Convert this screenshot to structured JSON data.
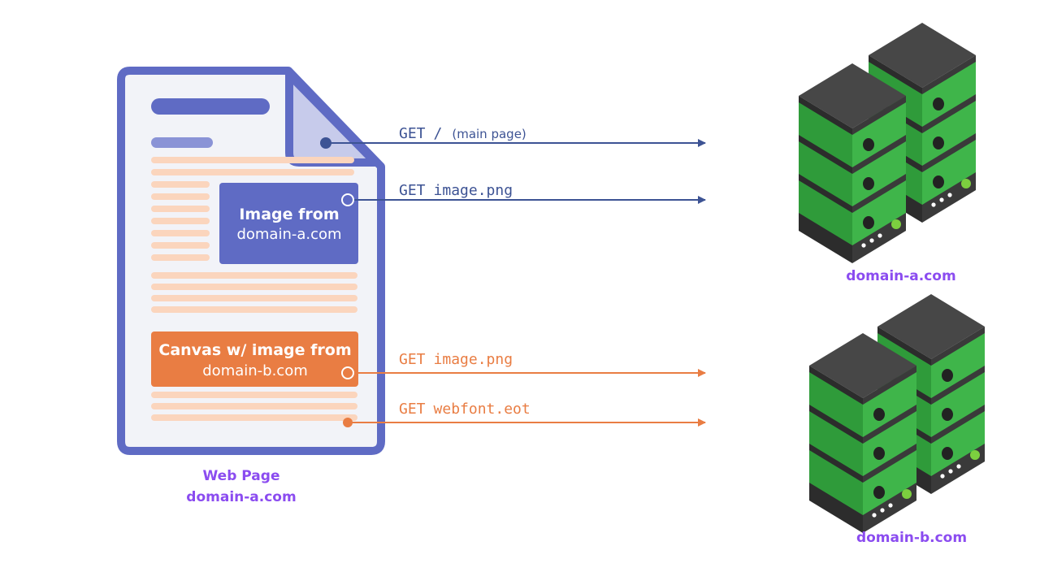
{
  "colors": {
    "doc_border": "#5f6bc4",
    "doc_fill": "#f2f3f8",
    "fold_fill": "#c7cbeb",
    "blue": "#3d5394",
    "orange": "#e97d43",
    "placeholder_line": "#fbd5bd",
    "caption": "#8b4cf0",
    "server_green": "#3fb54a",
    "server_dark": "#2c2c2c"
  },
  "document": {
    "image_box": {
      "title": "Image from",
      "subtitle": "domain-a.com"
    },
    "canvas_box": {
      "title": "Canvas w/ image from",
      "subtitle": "domain-b.com"
    },
    "caption_line1": "Web Page",
    "caption_line2": "domain-a.com"
  },
  "requests": [
    {
      "method": "GET",
      "path": "/",
      "note": "(main page)",
      "color": "blue"
    },
    {
      "method": "GET",
      "path": "image.png",
      "note": "",
      "color": "blue"
    },
    {
      "method": "GET",
      "path": "image.png",
      "note": "",
      "color": "orange"
    },
    {
      "method": "GET",
      "path": "webfont.eot",
      "note": "",
      "color": "orange"
    }
  ],
  "servers": [
    {
      "label": "domain-a.com",
      "icon": "server-rack-icon"
    },
    {
      "label": "domain-b.com",
      "icon": "server-rack-icon"
    }
  ]
}
